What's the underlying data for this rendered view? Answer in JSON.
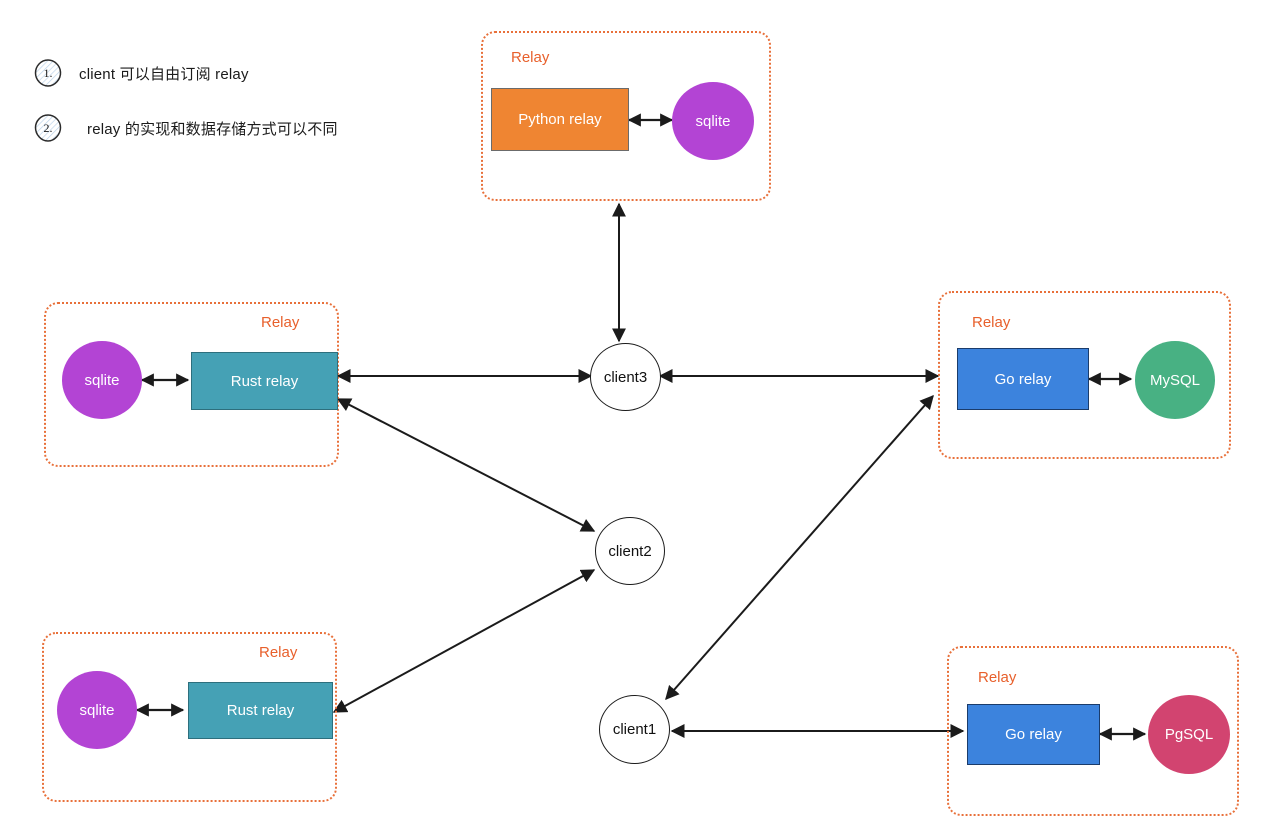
{
  "legend": {
    "items": [
      {
        "marker": "1.",
        "text": "client 可以自由订阅 relay"
      },
      {
        "marker": "2.",
        "text": "relay 的实现和数据存储方式可以不同"
      }
    ]
  },
  "relay_groups": [
    {
      "id": "relay-top",
      "caption": "Relay",
      "relay_label": "Python relay",
      "store_label": "sqlite"
    },
    {
      "id": "relay-left-top",
      "caption": "Relay",
      "relay_label": "Rust relay",
      "store_label": "sqlite"
    },
    {
      "id": "relay-right-top",
      "caption": "Relay",
      "relay_label": "Go relay",
      "store_label": "MySQL"
    },
    {
      "id": "relay-left-bottom",
      "caption": "Relay",
      "relay_label": "Rust relay",
      "store_label": "sqlite"
    },
    {
      "id": "relay-right-bottom",
      "caption": "Relay",
      "relay_label": "Go relay",
      "store_label": "PgSQL"
    }
  ],
  "clients": [
    {
      "id": "client3",
      "label": "client3"
    },
    {
      "id": "client2",
      "label": "client2"
    },
    {
      "id": "client1",
      "label": "client1"
    }
  ],
  "colors": {
    "relay_border": "#e8703a",
    "relay_caption": "#e8602c",
    "python_relay": "#ef8532",
    "rust_relay": "#45a1b5",
    "go_relay": "#3c83dd",
    "sqlite": "#b344d4",
    "mysql": "#48b183",
    "pgsql": "#d24470",
    "client_stroke": "#1b1b1b",
    "edge": "#1b1b1b",
    "background": "#ffffff"
  },
  "edges": [
    {
      "from": "relay-top",
      "to": "client3",
      "arrows": "both"
    },
    {
      "from": "relay-left-top",
      "to": "client3",
      "arrows": "both"
    },
    {
      "from": "client3",
      "to": "relay-right-top",
      "arrows": "both"
    },
    {
      "from": "relay-left-top",
      "to": "client2",
      "arrows": "both"
    },
    {
      "from": "client2",
      "to": "relay-left-bottom",
      "arrows": "both"
    },
    {
      "from": "client1",
      "to": "relay-right-top",
      "arrows": "both"
    },
    {
      "from": "client1",
      "to": "relay-right-bottom",
      "arrows": "both"
    }
  ]
}
